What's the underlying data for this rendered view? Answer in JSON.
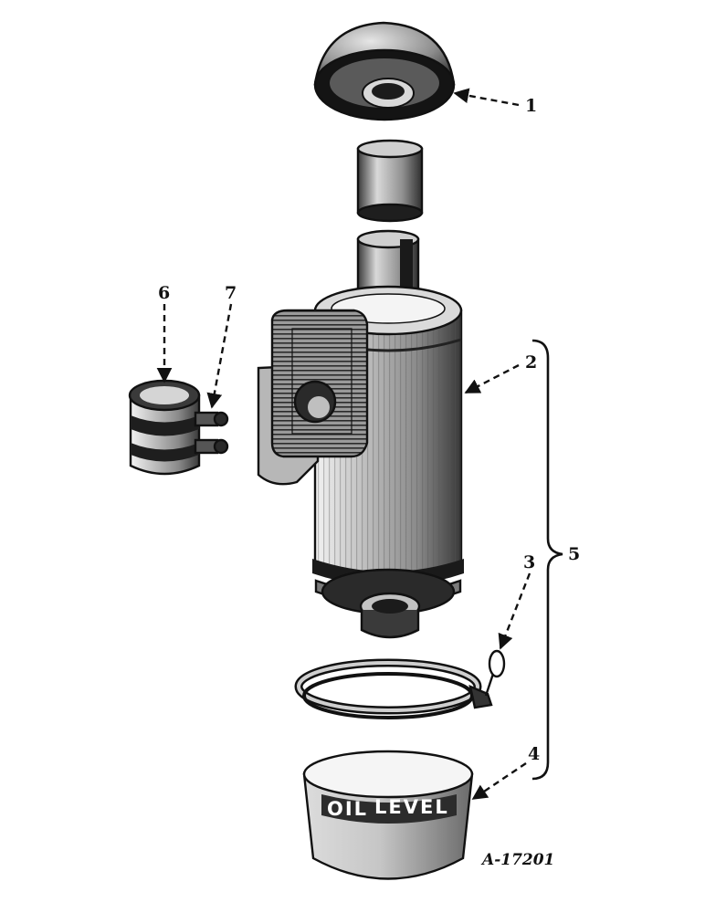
{
  "diagram": {
    "figure_id": "A-17201",
    "callouts": [
      {
        "id": "1",
        "label": "1"
      },
      {
        "id": "2",
        "label": "2"
      },
      {
        "id": "3",
        "label": "3"
      },
      {
        "id": "4",
        "label": "4"
      },
      {
        "id": "5",
        "label": "5"
      },
      {
        "id": "6",
        "label": "6"
      },
      {
        "id": "7",
        "label": "7"
      }
    ],
    "cup_stamp": {
      "word1": "OIL",
      "word2": "LEVEL"
    }
  }
}
